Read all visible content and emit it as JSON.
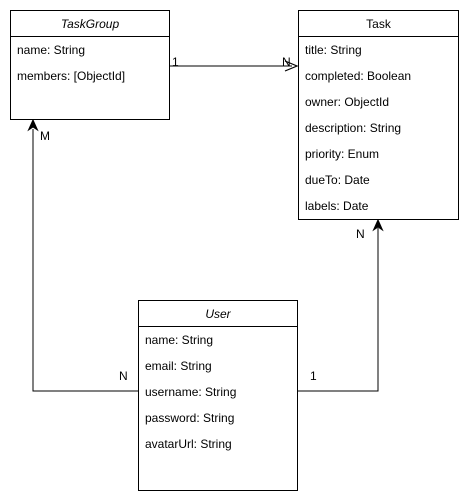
{
  "classes": {
    "taskgroup": {
      "name": "TaskGroup",
      "attributes": [
        "name: String",
        "members: [ObjectId]"
      ]
    },
    "task": {
      "name": "Task",
      "attributes": [
        "title: String",
        "completed: Boolean",
        "owner: ObjectId",
        "description: String",
        "priority: Enum",
        "dueTo: Date",
        "labels: Date"
      ]
    },
    "user": {
      "name": "User",
      "attributes": [
        "name: String",
        "email: String",
        "username: String",
        "password: String",
        "avatarUrl: String"
      ]
    }
  },
  "relations": {
    "taskgroup_task": {
      "source_mult": "1",
      "target_mult": "N"
    },
    "user_taskgroup": {
      "source_mult": "N",
      "target_mult": "M"
    },
    "user_task": {
      "source_mult": "1",
      "target_mult": "N"
    }
  }
}
